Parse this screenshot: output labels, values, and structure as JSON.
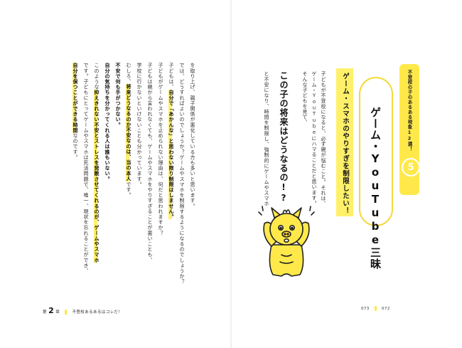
{
  "left_page": {
    "lines": [
      [
        {
          "t": "を取り上げ、親子関係が悪化している方も多いと思います。"
        }
      ],
      [
        {
          "t": "では、どうすればよいのでしょうか？ゲームやスマホを制限するようになるのでしょうか？"
        }
      ],
      [
        {
          "t": "子どもは、"
        },
        {
          "t": "自分で「あかんな」と思わない限り制限はしません。",
          "s": "hl"
        }
      ],
      [
        {
          "t": "子どもがゲームやスマホを止められない理由は、何だと思われますか？"
        }
      ],
      [
        {
          "t": "子どもは親から言われなくても、ゲームやスマホをやりすぎることが悪いことも、"
        }
      ],
      [
        {
          "t": "学校に行かないといけないことも分かっています。"
        }
      ],
      [
        {
          "t": "むしろ、"
        },
        {
          "t": "将来どうなるのか不安なのは、当の本人",
          "s": "hl"
        },
        {
          "t": "です。"
        }
      ],
      [
        {
          "t": "不安で何も手がつかない。",
          "s": "bold"
        }
      ],
      [
        {
          "t": "自分の気持ちを分かってくれる人は誰もいない。",
          "s": "bold"
        }
      ],
      [
        {
          "t": "このような"
        },
        {
          "t": "抑えきれない不安とストレスを発散させてくれるのが、ゲームやスマホ",
          "s": "hl"
        }
      ],
      [
        {
          "t": "です。子どもにとってゲームやスマホは死活問題で、唯一、現状を忘れることができ、"
        }
      ],
      [
        {
          "t": "自分を保つことができる時間",
          "s": "hl"
        },
        {
          "t": "なのです。"
        }
      ]
    ]
  },
  "right_page": {
    "side_band": "不登校の子のあるある現象12選！",
    "section_number": "5",
    "title": "ゲーム・YouTube三昧",
    "subtitle": "ゲーム・スマホのやりすぎを制限したい！",
    "lines_before": [
      "子どもが不登校になると、必ず親が悩むこと。それは、",
      "ゲーム・YouTubeにハマることだと思います。",
      "そんな子どもを見て、"
    ],
    "question": "この子の将来はどうなるの!?",
    "lines_after": [
      "と不安になり、時間を制限し、強制的にゲームやスマホ"
    ]
  },
  "footer": {
    "chapter_prefix": "第",
    "chapter_number": "2",
    "chapter_suffix": "章",
    "chapter_title": "不登校あるあるはコレだ！",
    "page_left": "073",
    "page_right": "072"
  },
  "colors": {
    "accent_yellow": "#ffe94a",
    "highlight_yellow": "#fff06a",
    "frame_yellow": "#f2d93a",
    "text": "#222222"
  },
  "icons": {
    "mascot": "stressed-pig-mascot"
  }
}
